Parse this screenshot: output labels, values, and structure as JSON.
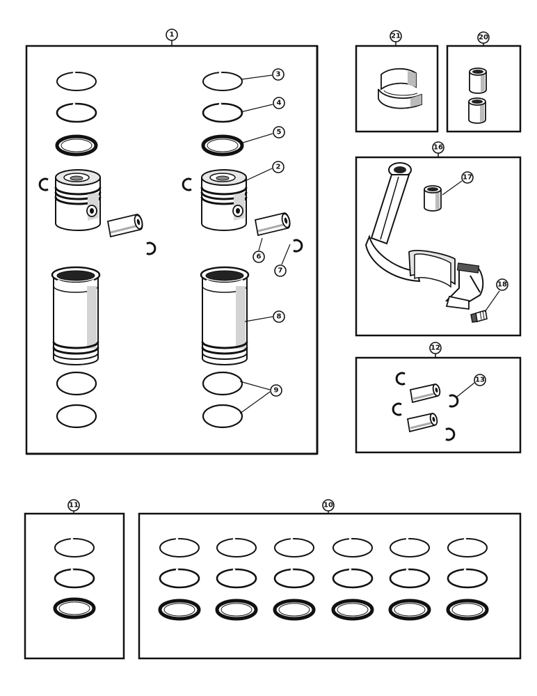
{
  "colors": {
    "ink": "#111111",
    "paper": "#ffffff",
    "shade": "#bdbdbd",
    "dark": "#3a3a3a"
  },
  "callouts": {
    "c1": "1",
    "c2": "2",
    "c3": "3",
    "c4": "4",
    "c5": "5",
    "c6": "6",
    "c7": "7",
    "c8": "8",
    "c9": "9",
    "c10": "10",
    "c11": "11",
    "c12": "12",
    "c13": "13",
    "c16": "16",
    "c17": "17",
    "c18": "18",
    "c20": "20",
    "c21": "21"
  }
}
